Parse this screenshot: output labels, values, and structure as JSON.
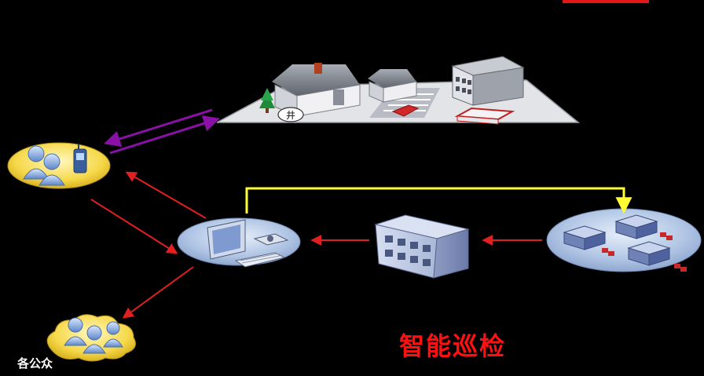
{
  "diagram": {
    "title": "智能巡检",
    "public_label": "各公众",
    "well_label": "井"
  },
  "colors": {
    "background": "#000000",
    "title": "#ff1010",
    "public_label": "#ffffff",
    "arrow_red": "#e02020",
    "arrow_purple": "#8a10a8",
    "line_yellow": "#ffff33",
    "top_accent": "#e01818"
  },
  "icons": [
    "town-scene-icon",
    "user-group-phone-icon",
    "monitor-console-icon",
    "office-building-icon",
    "device-cluster-icon",
    "public-crowd-icon"
  ]
}
